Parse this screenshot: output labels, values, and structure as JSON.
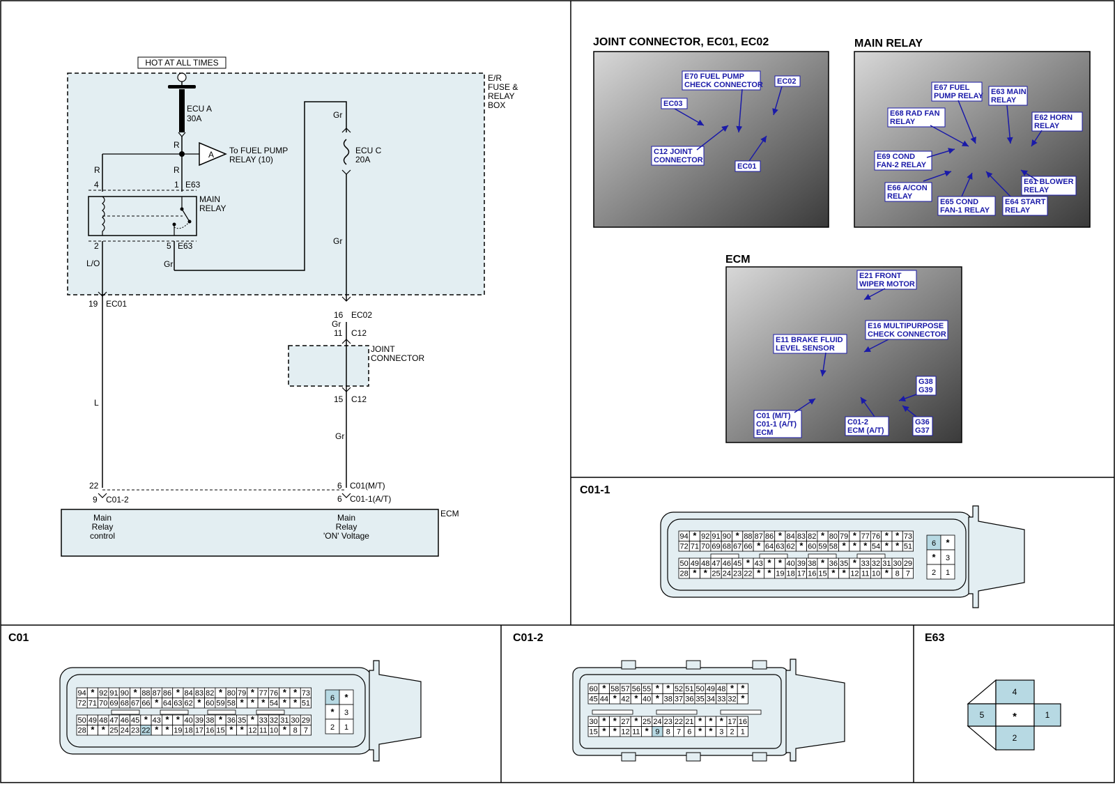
{
  "colors": {
    "shade": "#e3eef2",
    "pin_highlight": "#b7d9e3",
    "photo_label": "#1a1aa8"
  },
  "schematic": {
    "hot_label": "HOT AT ALL TIMES",
    "fuse_box_label": [
      "E/R",
      "FUSE &",
      "RELAY",
      "BOX"
    ],
    "fuse_a": {
      "name": "ECU A",
      "rating": "30A"
    },
    "fuse_c": {
      "name": "ECU C",
      "rating": "20A"
    },
    "connector_a": "A",
    "fuel_pump_ref": [
      "To FUEL PUMP",
      "RELAY (10)"
    ],
    "main_relay_label": [
      "MAIN",
      "RELAY"
    ],
    "joint_connector_label": [
      "JOINT",
      "CONNECTOR"
    ],
    "ecm_label": "ECM",
    "wires": {
      "r": "R",
      "gr": "Gr",
      "lo": "L/O",
      "l": "L"
    },
    "pins": {
      "p4": "4",
      "p1": "1",
      "e63": "E63",
      "p2": "2",
      "p5": "5",
      "p19": "19",
      "ec01": "EC01",
      "p16": "16",
      "ec02": "EC02",
      "p11": "11",
      "c12": "C12",
      "p15": "15",
      "p22": "22",
      "p9": "9",
      "c01_2": "C01-2",
      "p6": "6",
      "c01_mt": "C01(M/T)",
      "c01_1_at": "C01-1(A/T)"
    },
    "ecm_left": [
      "Main",
      "Relay",
      "control"
    ],
    "ecm_right": [
      "Main",
      "Relay",
      "'ON' Voltage"
    ]
  },
  "photos": {
    "joint": {
      "title": "JOINT CONNECTOR, EC01, EC02",
      "labels": [
        [
          "E70 FUEL PUMP",
          "CHECK CONNECTOR"
        ],
        [
          "EC02"
        ],
        [
          "EC03"
        ],
        [
          "C12 JOINT",
          "CONNECTOR"
        ],
        [
          "EC01"
        ]
      ]
    },
    "relay": {
      "title": "MAIN RELAY",
      "labels": [
        [
          "E67 FUEL",
          "PUMP RELAY"
        ],
        [
          "E63 MAIN",
          "RELAY"
        ],
        [
          "E68 RAD FAN",
          "RELAY"
        ],
        [
          "E62 HORN",
          "RELAY"
        ],
        [
          "E69 COND",
          "FAN-2 RELAY"
        ],
        [
          "E66 A/CON",
          "RELAY"
        ],
        [
          "E61 BLOWER",
          "RELAY"
        ],
        [
          "E65 COND",
          "FAN-1 RELAY"
        ],
        [
          "E64 START",
          "RELAY"
        ]
      ]
    },
    "ecm": {
      "title": "ECM",
      "labels": [
        [
          "E21 FRONT",
          "WIPER MOTOR"
        ],
        [
          "E16 MULTIPURPOSE",
          "CHECK CONNECTOR"
        ],
        [
          "E11 BRAKE FLUID",
          "LEVEL SENSOR"
        ],
        [
          "G38",
          "G39"
        ],
        [
          "C01 (M/T)",
          "C01-1 (A/T)",
          "ECM"
        ],
        [
          "C01-2",
          "ECM (A/T)"
        ],
        [
          "G36",
          "G37"
        ]
      ]
    }
  },
  "connectors": {
    "c01_1": {
      "title": "C01-1",
      "rows": [
        [
          "94",
          "*",
          "92",
          "91",
          "90",
          "*",
          "88",
          "87",
          "86",
          "*",
          "84",
          "83",
          "82",
          "*",
          "80",
          "79",
          "*",
          "77",
          "76",
          "*",
          "*",
          "73"
        ],
        [
          "72",
          "71",
          "70",
          "69",
          "68",
          "67",
          "66",
          "*",
          "64",
          "63",
          "62",
          "*",
          "60",
          "59",
          "58",
          "*",
          "*",
          "*",
          "54",
          "*",
          "*",
          "51"
        ],
        [
          "50",
          "49",
          "48",
          "47",
          "46",
          "45",
          "*",
          "43",
          "*",
          "*",
          "40",
          "39",
          "38",
          "*",
          "36",
          "35",
          "*",
          "33",
          "32",
          "31",
          "30",
          "29"
        ],
        [
          "28",
          "*",
          "*",
          "25",
          "24",
          "23",
          "22",
          "*",
          "*",
          "19",
          "18",
          "17",
          "16",
          "15",
          "*",
          "*",
          "12",
          "11",
          "10",
          "*",
          "8",
          "7"
        ]
      ],
      "side": [
        [
          "6",
          "*"
        ],
        [
          "*",
          "3"
        ],
        [
          "2",
          "1"
        ]
      ],
      "highlight": [
        "6"
      ]
    },
    "c01": {
      "title": "C01",
      "rows": [
        [
          "94",
          "*",
          "92",
          "91",
          "90",
          "*",
          "88",
          "87",
          "86",
          "*",
          "84",
          "83",
          "82",
          "*",
          "80",
          "79",
          "*",
          "77",
          "76",
          "*",
          "*",
          "73"
        ],
        [
          "72",
          "71",
          "70",
          "69",
          "68",
          "67",
          "66",
          "*",
          "64",
          "63",
          "62",
          "*",
          "60",
          "59",
          "58",
          "*",
          "*",
          "*",
          "54",
          "*",
          "*",
          "51"
        ],
        [
          "50",
          "49",
          "48",
          "47",
          "46",
          "45",
          "*",
          "43",
          "*",
          "*",
          "40",
          "39",
          "38",
          "*",
          "36",
          "35",
          "*",
          "33",
          "32",
          "31",
          "30",
          "29"
        ],
        [
          "28",
          "*",
          "*",
          "25",
          "24",
          "23",
          "22",
          "*",
          "*",
          "19",
          "18",
          "17",
          "16",
          "15",
          "*",
          "*",
          "12",
          "11",
          "10",
          "*",
          "8",
          "7"
        ]
      ],
      "side": [
        [
          "6",
          "*"
        ],
        [
          "*",
          "3"
        ],
        [
          "2",
          "1"
        ]
      ],
      "highlight": [
        "6",
        "22"
      ]
    },
    "c01_2": {
      "title": "C01-2",
      "rows": [
        [
          "60",
          "*",
          "58",
          "57",
          "56",
          "55",
          "*",
          "*",
          "52",
          "51",
          "50",
          "49",
          "48",
          "*",
          "*"
        ],
        [
          "45",
          "44",
          "*",
          "42",
          "*",
          "40",
          "*",
          "38",
          "37",
          "36",
          "35",
          "34",
          "33",
          "32",
          "*"
        ],
        [
          "30",
          "*",
          "*",
          "27",
          "*",
          "25",
          "24",
          "23",
          "22",
          "21",
          "*",
          "*",
          "*",
          "17",
          "16"
        ],
        [
          "15",
          "*",
          "*",
          "12",
          "11",
          "*",
          "9",
          "8",
          "7",
          "6",
          "*",
          "*",
          "3",
          "2",
          "1"
        ]
      ],
      "highlight": [
        "9"
      ]
    },
    "e63": {
      "title": "E63",
      "pins": {
        "top": "4",
        "left": "5",
        "center": "*",
        "right": "1",
        "bottom": "2"
      }
    }
  }
}
